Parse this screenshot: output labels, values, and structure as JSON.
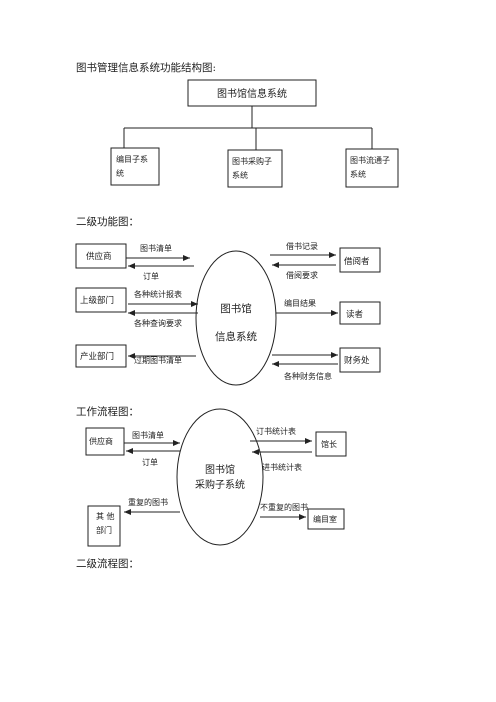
{
  "headings": {
    "structure": "图书管理信息系统功能结构图:",
    "level2_function": "二级功能图：",
    "workflow": "工作流程图：",
    "level2_flow": "二级流程图："
  },
  "structure_chart": {
    "root": "图书馆信息系统",
    "children": [
      [
        "编目子系",
        "统"
      ],
      [
        "图书采购子",
        "系统"
      ],
      [
        "图书流通子",
        "系统"
      ]
    ]
  },
  "function_diagram": {
    "center": [
      "图书馆",
      "信息系统"
    ],
    "left_boxes": [
      "供应商",
      "上级部门",
      "产业部门"
    ],
    "right_boxes": [
      "借阅者",
      "读者",
      "财务处"
    ],
    "flows": {
      "book_list": "图书清单",
      "order": "订单",
      "stat_reports": "各种统计报表",
      "queries": "各种查询要求",
      "overdue_list": "过期图书清单",
      "borrow_records": "借书记录",
      "borrow_requests": "借阅要求",
      "catalog_results": "编目结果",
      "financial_info": "各种财务信息"
    }
  },
  "workflow_diagram": {
    "center": [
      "图书馆",
      "采购子系统"
    ],
    "supplier": "供应商",
    "director": "馆长",
    "other_dept": [
      "其  他",
      "部门"
    ],
    "catalog_room": "编目室",
    "flows": {
      "book_list": "图书清单",
      "order": "订单",
      "order_stats": "订书统计表",
      "purchase_stats": "进书统计表",
      "duplicate_books": "重复的图书",
      "non_duplicate_books": "不重复的图书"
    }
  }
}
